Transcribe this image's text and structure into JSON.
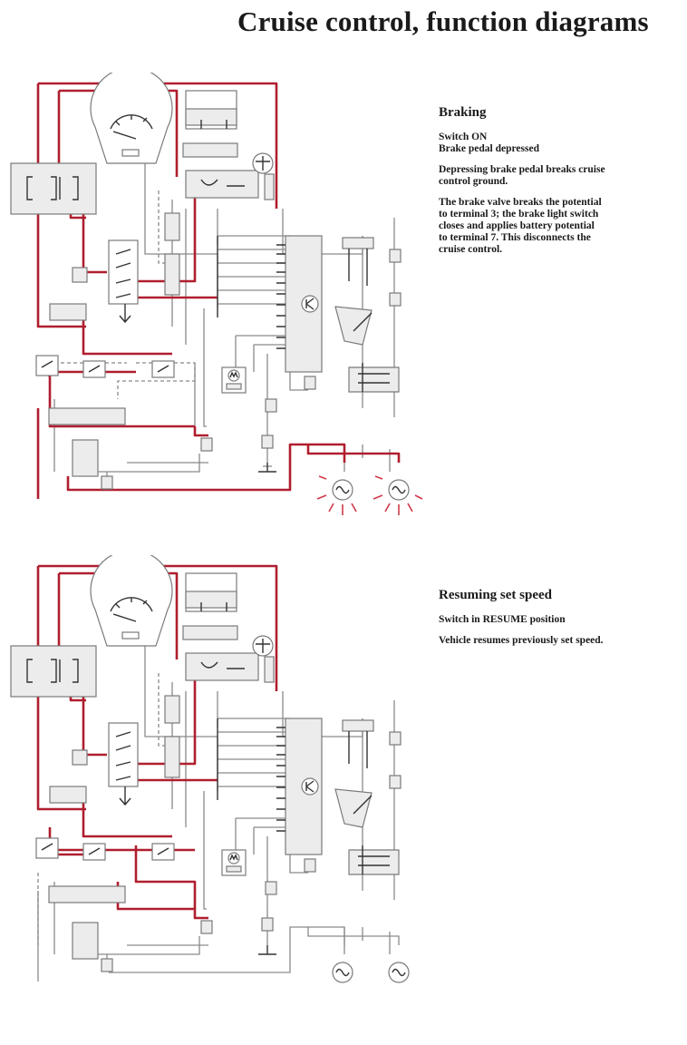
{
  "page": {
    "title": "Cruise control, function diagrams"
  },
  "panels": [
    {
      "heading": "Braking",
      "paragraphs": [
        [
          "Switch ON",
          "Brake pedal depressed"
        ],
        [
          "Depressing brake pedal breaks cruise",
          "control ground."
        ],
        [
          "The brake valve breaks the potential",
          "to terminal 3; the brake light switch",
          "closes and applies battery potential",
          "to terminal 7. This disconnects the",
          "cruise control."
        ]
      ],
      "brake_lights_on": true
    },
    {
      "heading": "Resuming set speed",
      "paragraphs": [
        [
          "Switch in RESUME position"
        ],
        [
          "Vehicle resumes previously set speed."
        ]
      ],
      "brake_lights_on": false
    }
  ],
  "icons": {
    "speedometer": "speedometer-icon",
    "control_unit": "control-unit-icon",
    "motor": "motor-icon",
    "lamp": "lamp-icon",
    "switch": "switch-icon"
  },
  "colors": {
    "live_wire": "#b01e2e",
    "wire": "#8a8a8a",
    "component_fill": "#ececec"
  }
}
